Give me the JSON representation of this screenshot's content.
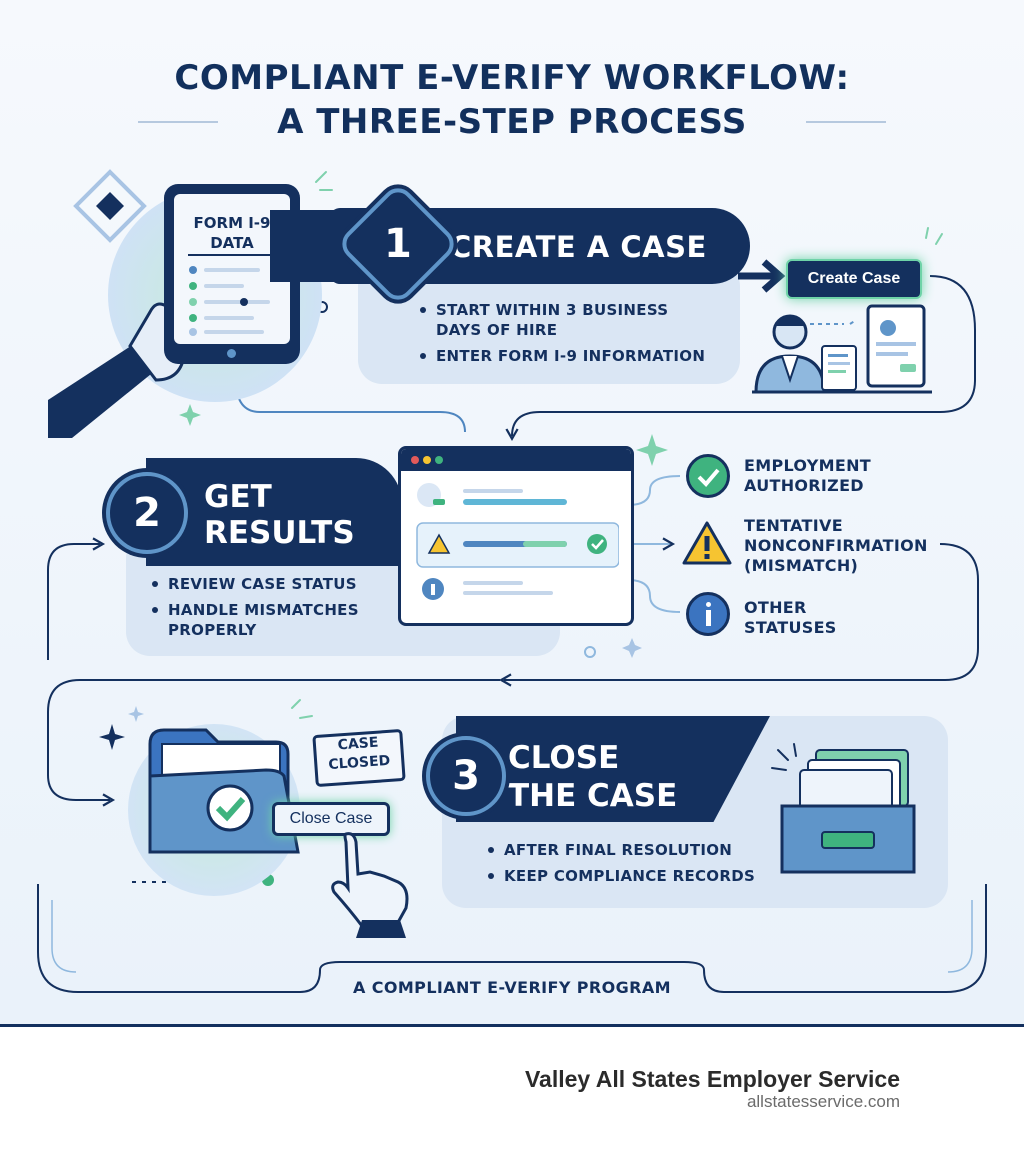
{
  "title": {
    "line1": "COMPLIANT E-VERIFY WORKFLOW:",
    "line2": "A THREE-STEP PROCESS"
  },
  "colors": {
    "navy": "#14305e",
    "card": "#dae6f4",
    "accent_blue": "#5f95c9",
    "green": "#3fb37f",
    "warning": "#f6c431"
  },
  "tablet": {
    "label_line1": "FORM I-9",
    "label_line2": "DATA"
  },
  "step1": {
    "number": "1",
    "title": "CREATE A CASE",
    "bullets": [
      "START WITHIN 3 BUSINESS",
      "DAYS OF HIRE",
      "ENTER FORM I-9 INFORMATION"
    ],
    "button_label": "Create Case"
  },
  "step2": {
    "number": "2",
    "title_line1": "GET",
    "title_line2": "RESULTS",
    "bullets": [
      "REVIEW CASE STATUS",
      "HANDLE MISMATCHES",
      "PROPERLY"
    ]
  },
  "statuses": [
    {
      "icon": "check-circle-icon",
      "line1": "EMPLOYMENT",
      "line2": "AUTHORIZED",
      "line3": ""
    },
    {
      "icon": "warning-triangle-icon",
      "line1": "TENTATIVE",
      "line2": "NONCONFIRMATION",
      "line3": "(MISMATCH)"
    },
    {
      "icon": "info-circle-icon",
      "line1": "OTHER",
      "line2": "STATUSES",
      "line3": ""
    }
  ],
  "step3": {
    "number": "3",
    "title_line1": "CLOSE",
    "title_line2": "THE CASE",
    "bullets": [
      "AFTER FINAL RESOLUTION",
      "KEEP COMPLIANCE RECORDS"
    ],
    "stamp_line1": "CASE",
    "stamp_line2": "CLOSED",
    "button_label": "Close Case"
  },
  "program_label": "A COMPLIANT E-VERIFY PROGRAM",
  "footer": {
    "company": "Valley All States Employer Service",
    "url": "allstatesservice.com"
  }
}
